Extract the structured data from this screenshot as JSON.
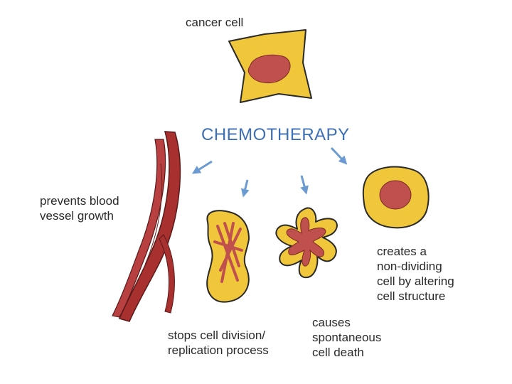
{
  "diagram": {
    "cancer_cell_label": "cancer cell",
    "center_label": "CHEMOTHERAPY",
    "effects": [
      {
        "lines": [
          "prevents blood",
          "vessel growth"
        ]
      },
      {
        "lines": [
          "stops cell division/",
          "replication process"
        ]
      },
      {
        "lines": [
          "causes",
          "spontaneous",
          "cell death"
        ]
      },
      {
        "lines": [
          "creates a",
          "non-dividing",
          "cell by altering",
          "cell structure"
        ]
      }
    ]
  },
  "colors": {
    "cell_fill": "#f0c63a",
    "cell_outline": "#2a2a2a",
    "nucleus": "#c0504d",
    "vessel": "#a8302f",
    "arrow": "#6b9bd2",
    "title": "#3d6fb6"
  }
}
